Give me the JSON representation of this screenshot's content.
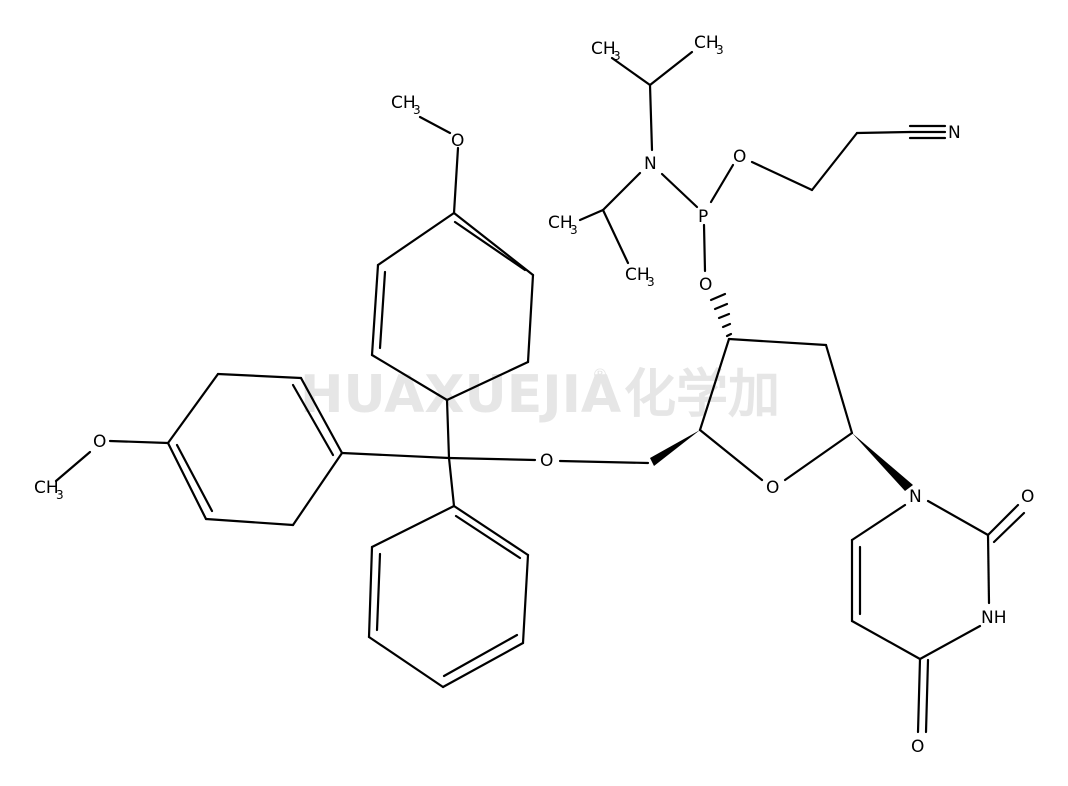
{
  "watermark": {
    "brand": "HUAXUEJIA",
    "registered": "®",
    "chinese": "化学加"
  },
  "atoms": {
    "o_top_methoxy": "O",
    "ch3_top": "CH",
    "ch3_top_sub": "3",
    "o_left_methoxy": "O",
    "ch3_left": "CH",
    "ch3_left_sub": "3",
    "o_trityl_ether": "O",
    "o_ring": "O",
    "o_3prime": "O",
    "p": "P",
    "n_amine": "N",
    "ch3_a": "CH",
    "ch3_a_sub": "3",
    "ch3_b": "CH",
    "ch3_b_sub": "3",
    "ch3_c": "CH",
    "ch3_c_sub": "3",
    "ch3_d": "CH",
    "ch3_d_sub": "3",
    "o_cyanoethyl": "O",
    "n_nitrile": "N",
    "n1_uracil": "N",
    "o2_uracil": "O",
    "nh_uracil": "NH",
    "o4_uracil": "O"
  }
}
